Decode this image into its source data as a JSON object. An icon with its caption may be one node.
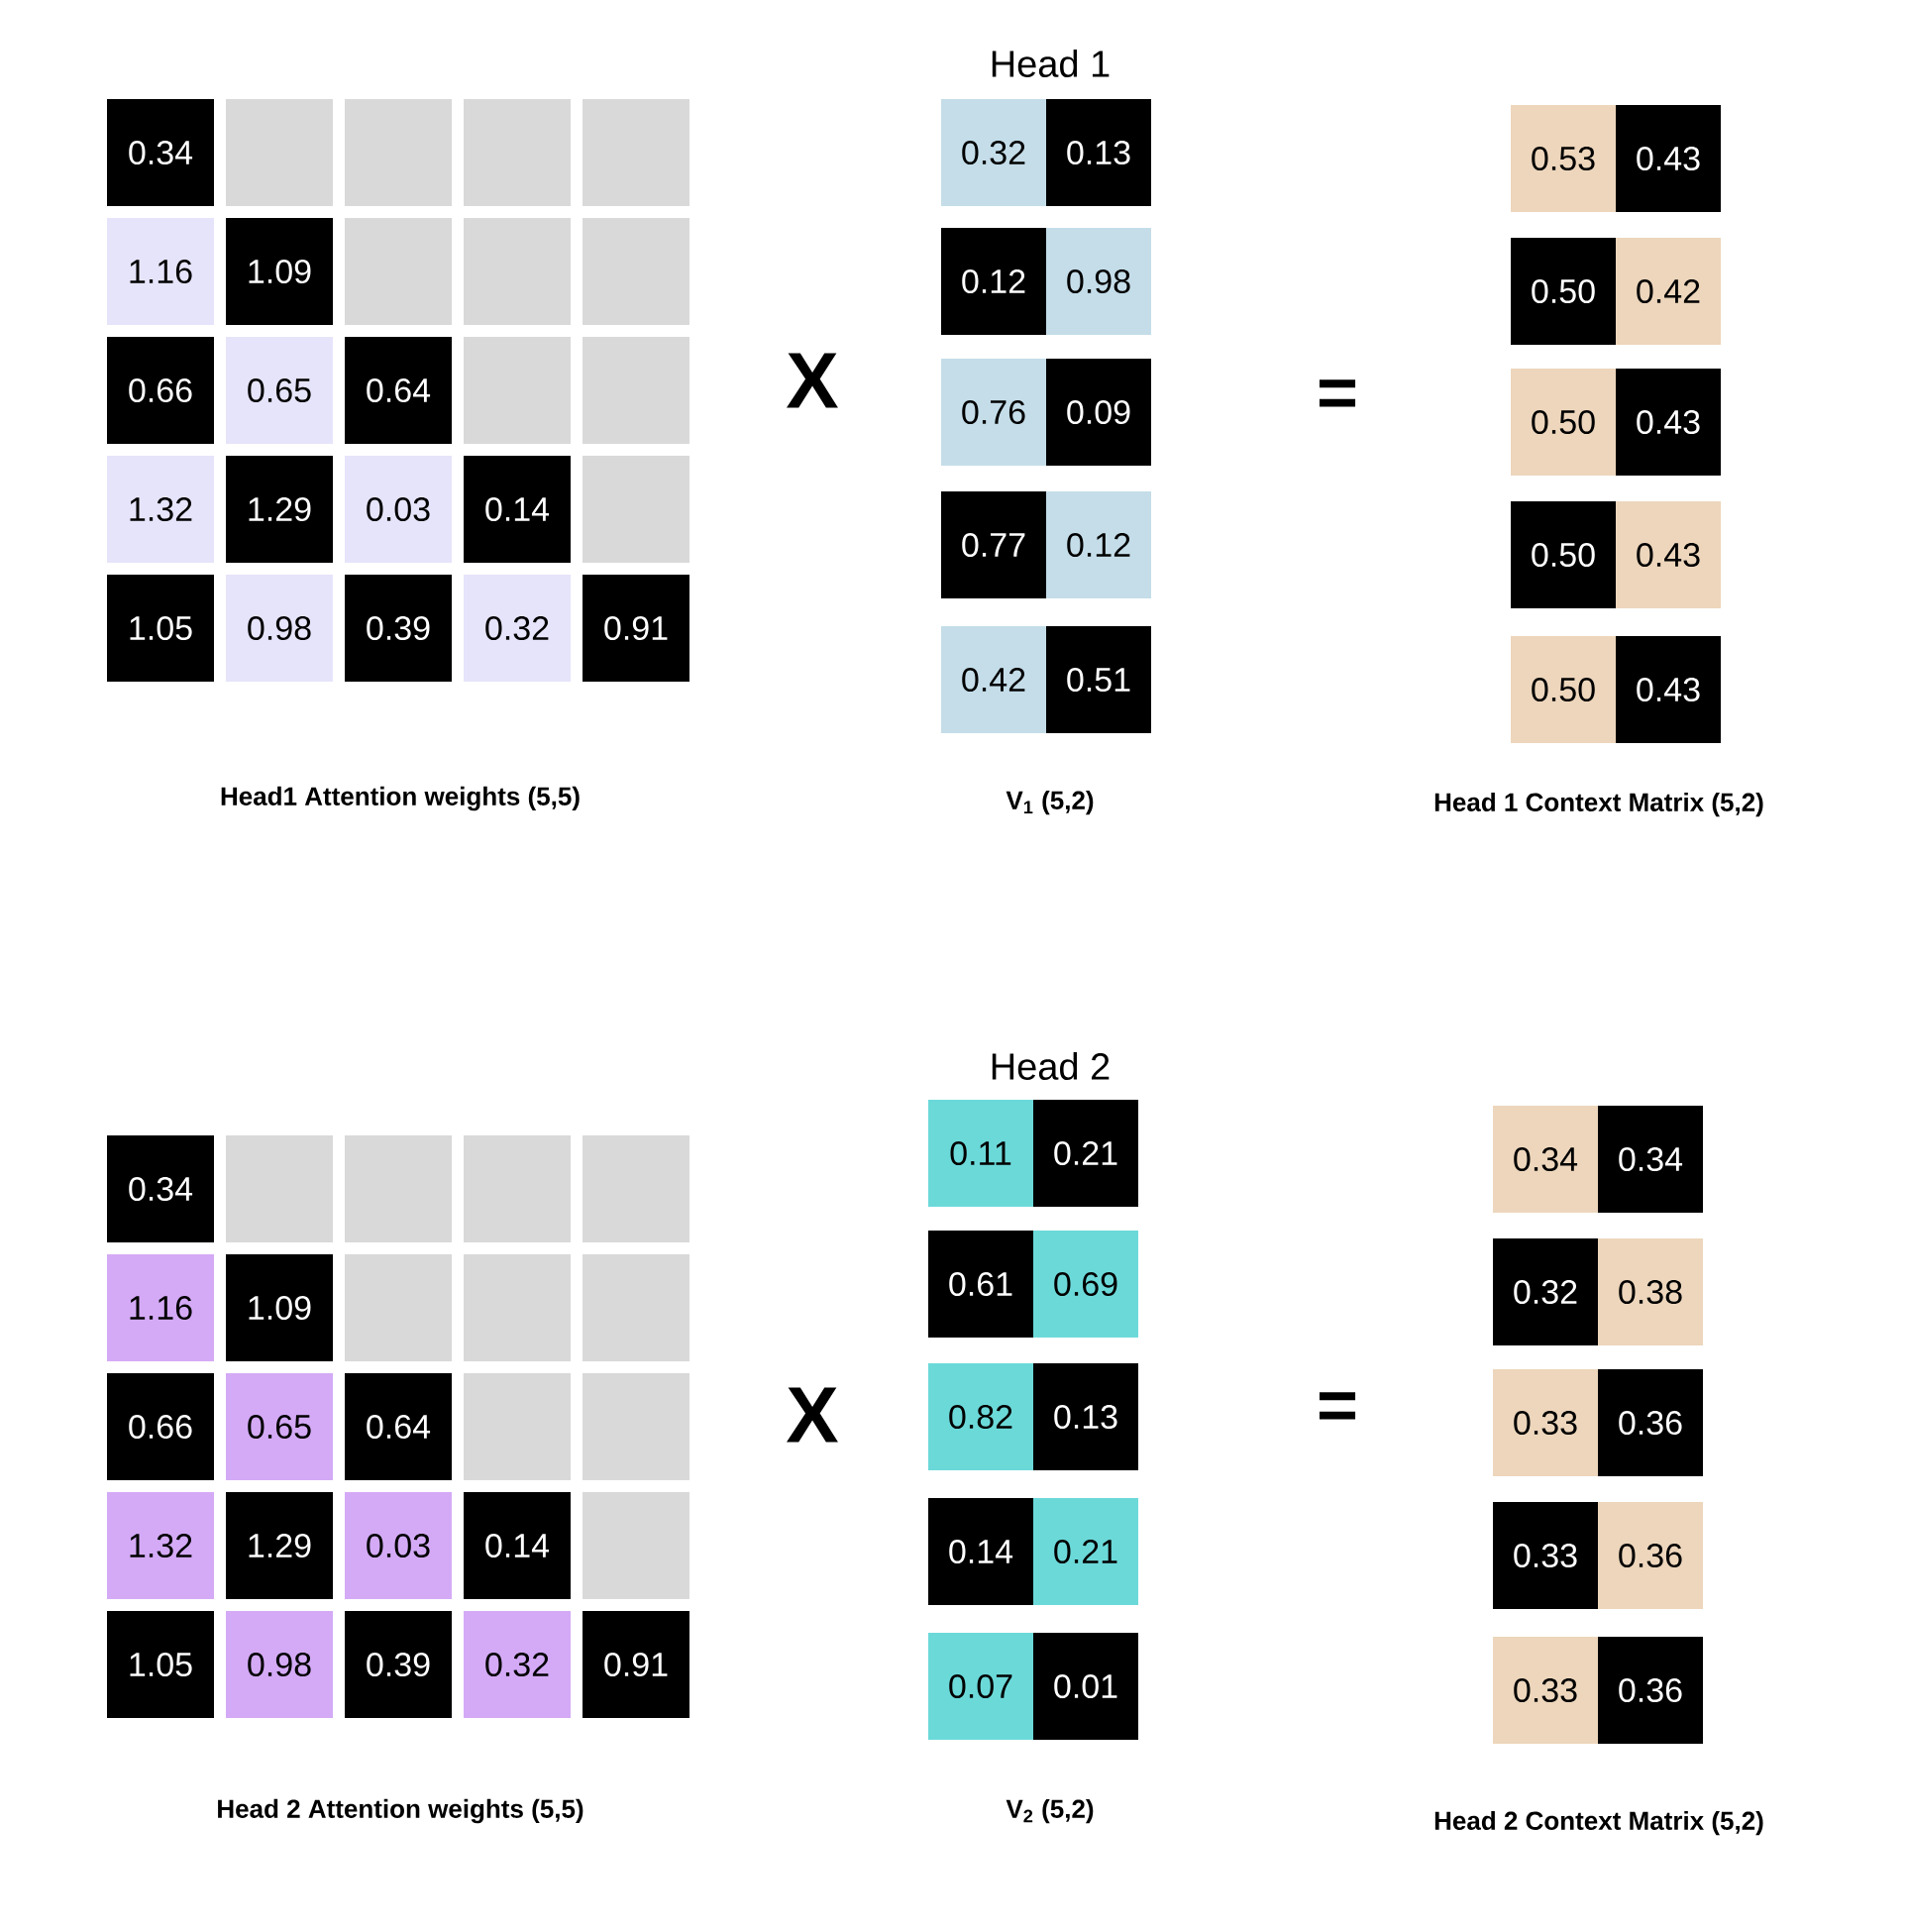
{
  "diagram": {
    "nodes": [
      {
        "text": [
          "0.34"
        ]
      },
      {
        "text": [],
        "shape": "box"
      },
      {
        "text": [],
        "shape": "box"
      },
      {
        "text": [],
        "shape": "box"
      },
      {
        "text": [],
        "shape": "box"
      },
      {
        "text": [
          "1.16"
        ]
      },
      {
        "text": [
          "1.09"
        ]
      },
      {
        "text": [],
        "shape": "box"
      },
      {
        "text": [],
        "shape": "box"
      },
      {
        "text": [],
        "shape": "box"
      },
      {
        "text": [
          "0.66"
        ]
      },
      {
        "text": [
          "0.65"
        ]
      },
      {
        "text": [
          "0.64"
        ]
      },
      {
        "text": [],
        "shape": "box"
      },
      {
        "text": [],
        "shape": "box"
      },
      {
        "text": [
          "1.32"
        ]
      },
      {
        "text": [
          "1.29"
        ]
      },
      {
        "text": [
          "0.03"
        ]
      },
      {
        "text": [
          "0.14"
        ]
      },
      {
        "text": [],
        "shape": "box"
      },
      {
        "text": [
          "1.05"
        ]
      },
      {
        "text": [
          "0.98"
        ]
      },
      {
        "text": [
          "0.39"
        ]
      },
      {
        "text": [
          "0.32"
        ]
      },
      {
        "text": [
          "0.91"
        ]
      },
      {
        "text": [
          "0.32"
        ]
      },
      {
        "text": [
          "0.13"
        ]
      },
      {
        "text": [
          "0.12"
        ]
      },
      {
        "text": [
          "0.98"
        ]
      },
      {
        "text": [
          "0.76"
        ]
      },
      {
        "text": [
          "0.09"
        ]
      },
      {
        "text": [
          "0.77"
        ]
      },
      {
        "text": [
          "0.12"
        ]
      },
      {
        "text": [
          "0.42"
        ]
      },
      {
        "text": [
          "0.51"
        ]
      },
      {
        "text": [
          "0.53"
        ]
      },
      {
        "text": [
          "0.43"
        ]
      },
      {
        "text": [
          "0.50"
        ]
      },
      {
        "text": [
          "0.42"
        ]
      },
      {
        "text": [
          "0.50"
        ]
      },
      {
        "text": [
          "0.43"
        ]
      },
      {
        "text": [
          "0.50"
        ]
      },
      {
        "text": [
          "0.43"
        ]
      },
      {
        "text": [
          "0.50"
        ]
      },
      {
        "text": [
          "0.43"
        ]
      },
      {
        "text": [
          "0.34"
        ]
      },
      {
        "text": [],
        "shape": "box"
      },
      {
        "text": [],
        "shape": "box"
      },
      {
        "text": [],
        "shape": "box"
      },
      {
        "text": [],
        "shape": "box"
      },
      {
        "text": [
          "1.16"
        ]
      },
      {
        "text": [
          "1.09"
        ]
      },
      {
        "text": [],
        "shape": "box"
      },
      {
        "text": [],
        "shape": "box"
      },
      {
        "text": [],
        "shape": "box"
      },
      {
        "text": [
          "0.66"
        ]
      },
      {
        "text": [
          "0.65"
        ]
      },
      {
        "text": [
          "0.64"
        ]
      },
      {
        "text": [],
        "shape": "box"
      },
      {
        "text": [],
        "shape": "box"
      },
      {
        "text": [
          "1.32"
        ]
      },
      {
        "text": [
          "1.29"
        ]
      },
      {
        "text": [
          "0.03"
        ]
      },
      {
        "text": [
          "0.14"
        ]
      },
      {
        "text": [],
        "shape": "box"
      },
      {
        "text": [
          "1.05"
        ]
      },
      {
        "text": [
          "0.98"
        ]
      },
      {
        "text": [
          "0.39"
        ]
      },
      {
        "text": [
          "0.32"
        ]
      },
      {
        "text": [
          "0.91"
        ]
      },
      {
        "text": [
          "0.11"
        ]
      },
      {
        "text": [
          "0.21"
        ]
      },
      {
        "text": [
          "0.61"
        ]
      },
      {
        "text": [
          "0.69"
        ]
      },
      {
        "text": [
          "0.82"
        ]
      },
      {
        "text": [
          "0.13"
        ]
      },
      {
        "text": [
          "0.14"
        ]
      },
      {
        "text": [
          "0.21"
        ]
      },
      {
        "text": [
          "0.07"
        ]
      },
      {
        "text": [
          "0.01"
        ]
      },
      {
        "text": [
          "0.34"
        ]
      },
      {
        "text": [
          "0.34"
        ]
      },
      {
        "text": [
          "0.32"
        ]
      },
      {
        "text": [
          "0.38"
        ]
      },
      {
        "text": [
          "0.33"
        ]
      },
      {
        "text": [
          "0.36"
        ]
      },
      {
        "text": [
          "0.33"
        ]
      },
      {
        "text": [
          "0.36"
        ]
      },
      {
        "text": [
          "0.33"
        ]
      },
      {
        "text": [
          "0.36"
        ]
      }
    ],
    "labels": [
      "Head 1",
      "X",
      "=",
      "Head1 Attention weights (5,5)",
      "V$_{1}$ (5,2)",
      "Head 1 Context Matrix (5,2)",
      "Head 2",
      "X",
      "=",
      "Head 2 Attention weights (5,5)",
      "V$_{2}$ (5,2)",
      "Head 2 Context Matrix (5,2)"
    ]
  }
}
